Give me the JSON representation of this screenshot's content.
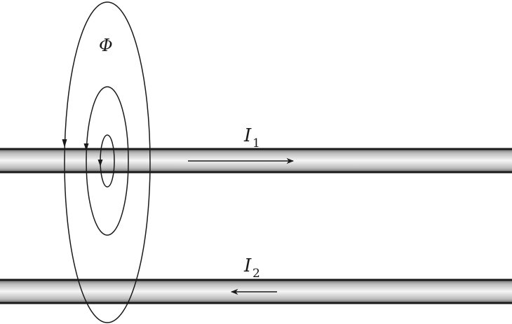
{
  "labels": {
    "flux": "Φ",
    "current_1": {
      "symbol": "I",
      "subscript": "1"
    },
    "current_2": {
      "symbol": "I",
      "subscript": "2"
    }
  },
  "colors": {
    "line": "#1a1a1a",
    "conductor_light": "#f4f4f4",
    "conductor_mid": "#bdbdbd",
    "conductor_dark": "#7a7a7a"
  },
  "arrows": {
    "current_1_direction": "right",
    "current_2_direction": "left",
    "flux_loop_direction": "counterclockwise"
  }
}
